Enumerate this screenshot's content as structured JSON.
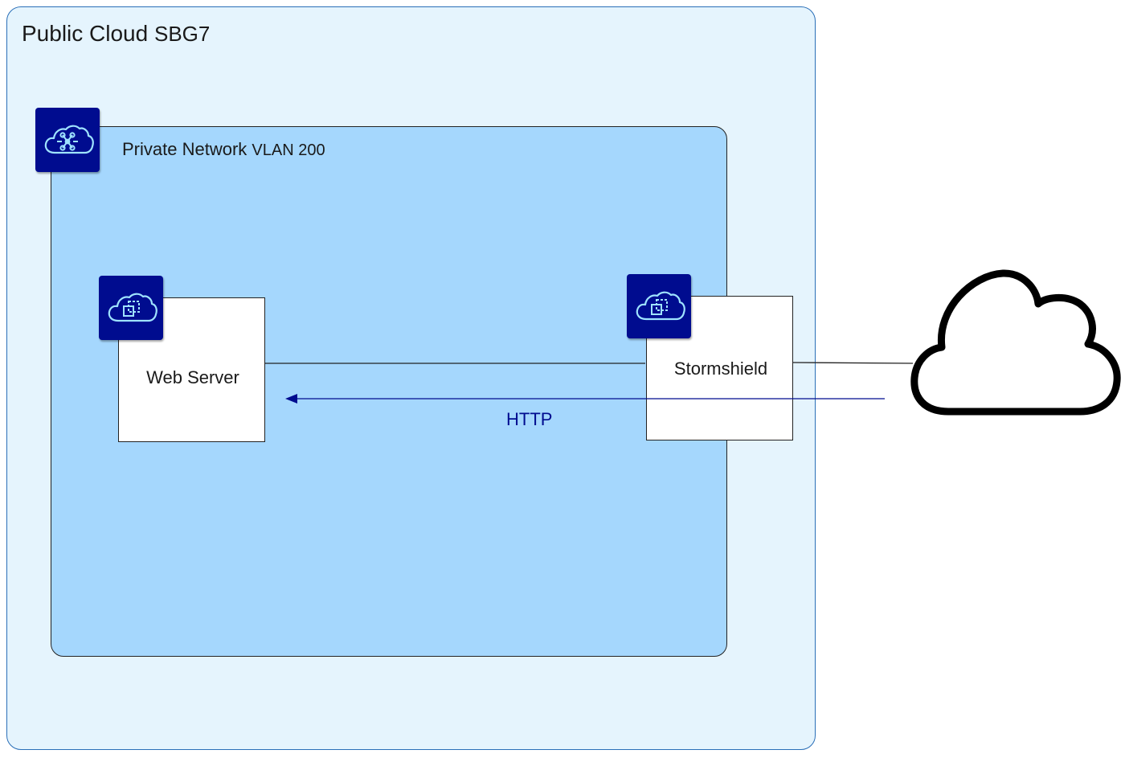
{
  "public_cloud": {
    "title": "Public Cloud",
    "title_suffix": "SBG7"
  },
  "private_network": {
    "title": "Private Network",
    "title_suffix": "VLAN 200",
    "icon": "private-network-cloud-icon"
  },
  "nodes": {
    "web_server": {
      "label": "Web Server",
      "icon": "instance-cloud-icon"
    },
    "stormshield": {
      "label": "Stormshield",
      "icon": "instance-cloud-icon"
    },
    "internet": {
      "icon": "internet-cloud-icon"
    }
  },
  "flows": {
    "http": {
      "label": "HTTP",
      "color": "#000c8f"
    }
  },
  "colors": {
    "public_cloud_fill": "#e5f4fd",
    "public_cloud_border": "#2a6fb8",
    "private_network_fill": "#a5d7fd",
    "badge": "#000c8f",
    "icon_stroke": "#9fe3ff"
  }
}
